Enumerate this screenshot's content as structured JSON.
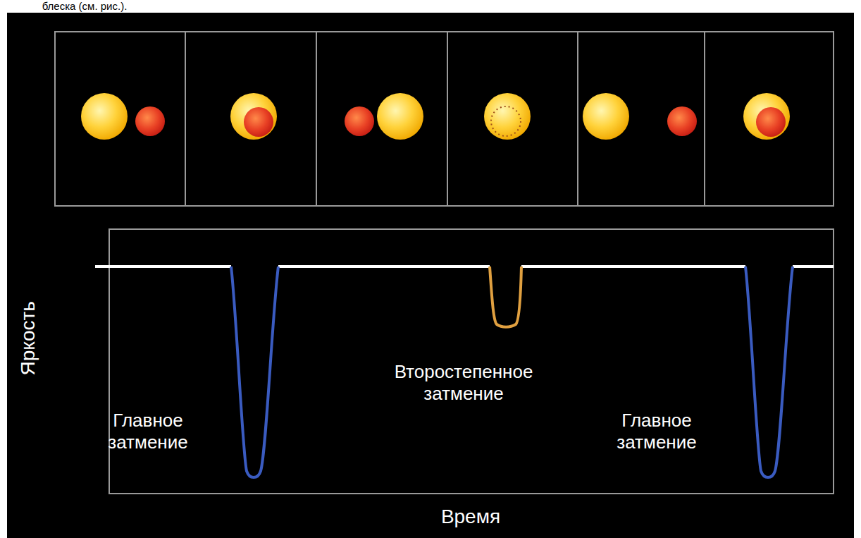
{
  "diagram": {
    "labels": [
      "блеска (см. рис.).",
      "Яркость",
      "Главное затмение",
      "Второстепенное затмение",
      "Главное затмение",
      "Время"
    ]
  }
}
